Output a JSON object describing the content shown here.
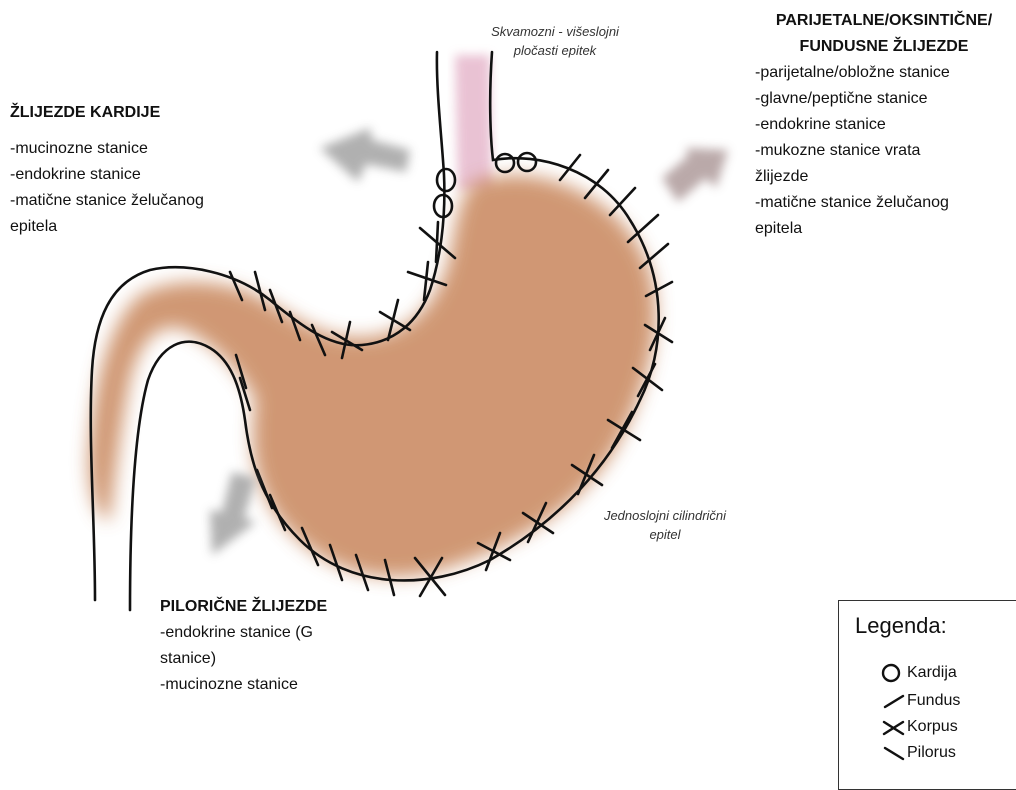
{
  "top_label": [
    "Skvamozni - višeslojni",
    "pločasti epitek"
  ],
  "side_label": [
    "Jednoslojni cilindrični",
    "epitel"
  ],
  "cardia_glands": {
    "title": "ŽLIJEZDE KARDIJE",
    "items": [
      "-mucinozne stanice",
      "-endokrine stanice",
      "-matične stanice želučanog",
      "epitela"
    ]
  },
  "fundic_glands": {
    "title": [
      "PARIJETALNE/OKSINTIČNE/",
      "FUNDUSNE ŽLIJEZDE"
    ],
    "items": [
      "-parijetalne/obložne stanice",
      "-glavne/peptične stanice",
      "-endokrine stanice",
      "-mukozne stanice vrata",
      "žlijezde",
      "-matične stanice želučanog",
      "epitela"
    ]
  },
  "pyloric_glands": {
    "title": "PILORIČNE ŽLIJEZDE",
    "items": [
      "-endokrine stanice (G",
      "stanice)",
      "-mucinozne stanice"
    ]
  },
  "legend": {
    "title": "Legenda:",
    "items": [
      {
        "symbol": "circle",
        "label": "Kardija"
      },
      {
        "symbol": "slash",
        "label": "Fundus"
      },
      {
        "symbol": "cross",
        "label": "Korpus"
      },
      {
        "symbol": "backslash",
        "label": "Pilorus"
      }
    ]
  },
  "colors": {
    "tissue": "#c8865c",
    "esophagus": "#e6b8cc",
    "arrow_gray": "#a8a8a8",
    "arrow_mauve": "#b3a0a0"
  }
}
